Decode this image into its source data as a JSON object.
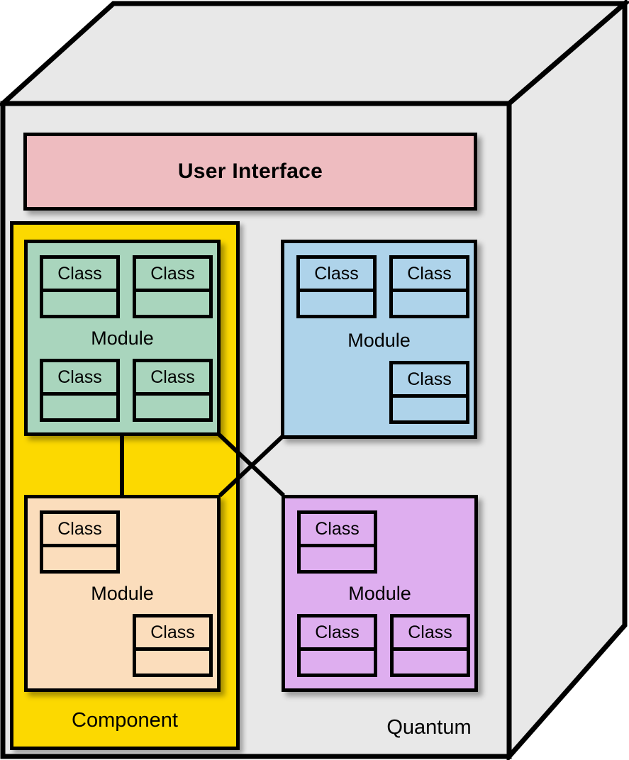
{
  "diagram": {
    "title_text": "Quantum",
    "outer_container": {
      "name": "Quantum",
      "label": "Quantum",
      "fill": "#E8E8E8",
      "stroke": "#000000"
    },
    "component_region": {
      "label": "Component",
      "fill": "#FCD900",
      "stroke": "#000000"
    },
    "user_interface": {
      "label": "User Interface",
      "fill": "#EEBCC0",
      "stroke": "#000000"
    },
    "class_label": "Class",
    "module_label": "Module",
    "modules": [
      {
        "id": "module-green",
        "label": "Module",
        "fill": "#A9D5BD",
        "stroke": "#000000",
        "inside_component": true,
        "classes": [
          {
            "label": "Class",
            "slot": "top-left"
          },
          {
            "label": "Class",
            "slot": "top-right"
          },
          {
            "label": "Class",
            "slot": "bottom-left"
          },
          {
            "label": "Class",
            "slot": "bottom-right"
          }
        ]
      },
      {
        "id": "module-blue",
        "label": "Module",
        "fill": "#AED3EA",
        "stroke": "#000000",
        "inside_component": false,
        "classes": [
          {
            "label": "Class",
            "slot": "top-left"
          },
          {
            "label": "Class",
            "slot": "top-right"
          },
          {
            "label": "Class",
            "slot": "bottom-right"
          }
        ]
      },
      {
        "id": "module-peach",
        "label": "Module",
        "fill": "#FBDDBC",
        "stroke": "#000000",
        "inside_component": true,
        "classes": [
          {
            "label": "Class",
            "slot": "top-left"
          },
          {
            "label": "Class",
            "slot": "bottom-right"
          }
        ]
      },
      {
        "id": "module-purple",
        "label": "Module",
        "fill": "#DEAEEF",
        "stroke": "#000000",
        "inside_component": false,
        "classes": [
          {
            "label": "Class",
            "slot": "top-left"
          },
          {
            "label": "Class",
            "slot": "bottom-left"
          },
          {
            "label": "Class",
            "slot": "bottom-right"
          }
        ]
      }
    ],
    "connectors": [
      {
        "id": "green-to-peach",
        "kind": "vertical"
      },
      {
        "id": "green-to-purple",
        "kind": "diagonal"
      },
      {
        "id": "blue-to-peach",
        "kind": "diagonal"
      }
    ]
  }
}
